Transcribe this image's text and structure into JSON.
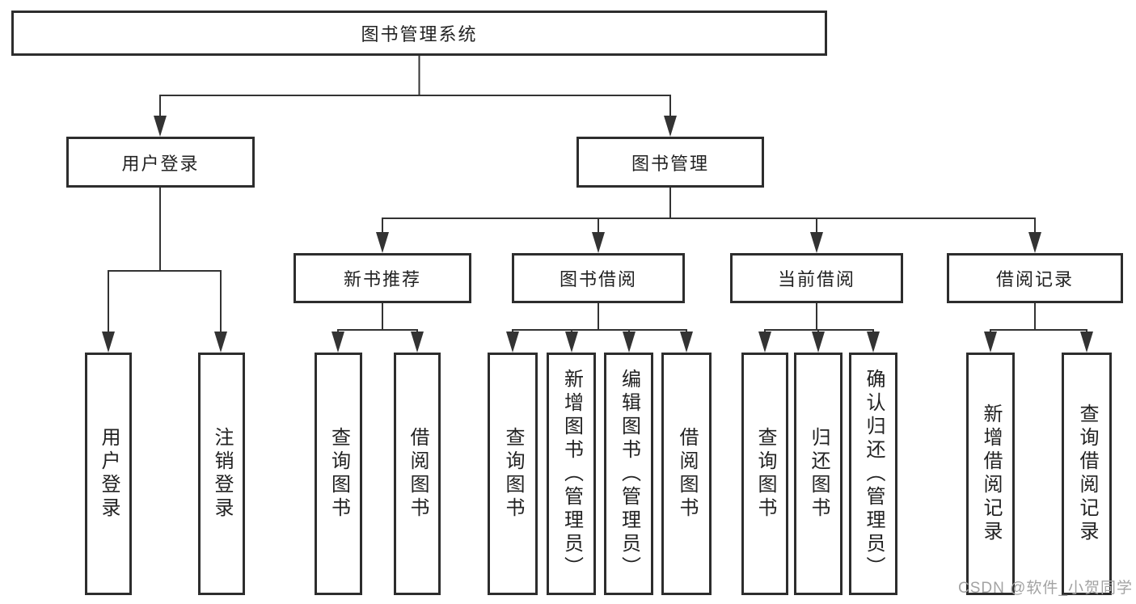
{
  "tree": {
    "label": "图书管理系统",
    "children": [
      {
        "label": "用户登录",
        "children": [
          {
            "label": "用户登录"
          },
          {
            "label": "注销登录"
          }
        ]
      },
      {
        "label": "图书管理",
        "children": [
          {
            "label": "新书推荐",
            "children": [
              {
                "label": "查询图书"
              },
              {
                "label": "借阅图书"
              }
            ]
          },
          {
            "label": "图书借阅",
            "children": [
              {
                "label": "查询图书"
              },
              {
                "label": "新增图书（管理员）"
              },
              {
                "label": "编辑图书（管理员）"
              },
              {
                "label": "借阅图书"
              }
            ]
          },
          {
            "label": "当前借阅",
            "children": [
              {
                "label": "查询图书"
              },
              {
                "label": "归还图书"
              },
              {
                "label": "确认归还（管理员）"
              }
            ]
          },
          {
            "label": "借阅记录",
            "children": [
              {
                "label": "新增借阅记录"
              },
              {
                "label": "查询借阅记录"
              }
            ]
          }
        ]
      }
    ]
  },
  "watermark": "CSDN @软件_小贺同学",
  "colors": {
    "line": "#333333",
    "box_border": "#2d2d2d",
    "text": "#222222",
    "watermark": "#a3a3a3",
    "background": "#ffffff"
  }
}
